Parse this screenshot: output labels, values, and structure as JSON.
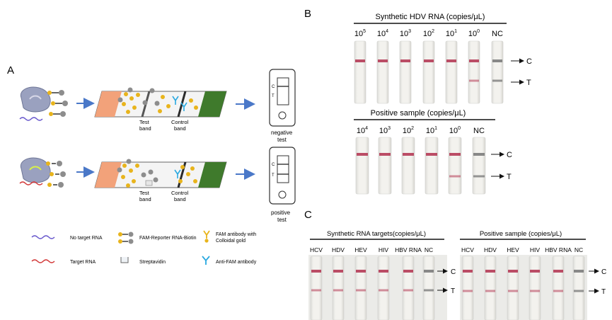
{
  "panels": {
    "a": "A",
    "b": "B",
    "c": "C"
  },
  "panel_a": {
    "band_test": [
      "Test",
      "band"
    ],
    "band_control": [
      "Control",
      "band"
    ],
    "result_negative": [
      "negative",
      "test"
    ],
    "result_positive": [
      "positive",
      "test"
    ],
    "cassette_c": "C",
    "cassette_t": "T"
  },
  "legend": {
    "no_target": "No target RNA",
    "reporter": "FAM-Reporter RNA-Biotin",
    "fam_gold": [
      "FAM antibody with",
      "Colloidal gold"
    ],
    "target": "Target RNA",
    "streptavidin": "Streptavidin",
    "anti_fam": "Anti-FAM antibody"
  },
  "panel_b": {
    "top_title": "Synthetic HDV RNA (copies/μL)",
    "top_lanes": [
      {
        "base": "10",
        "exp": "5"
      },
      {
        "base": "10",
        "exp": "4"
      },
      {
        "base": "10",
        "exp": "3"
      },
      {
        "base": "10",
        "exp": "2"
      },
      {
        "base": "10",
        "exp": "1"
      },
      {
        "base": "10",
        "exp": "0"
      },
      {
        "base": "NC",
        "exp": ""
      }
    ],
    "bottom_title": "Positive sample (copies/μL)",
    "bottom_lanes": [
      {
        "base": "10",
        "exp": "4"
      },
      {
        "base": "10",
        "exp": "3"
      },
      {
        "base": "10",
        "exp": "2"
      },
      {
        "base": "10",
        "exp": "1"
      },
      {
        "base": "10",
        "exp": "0"
      },
      {
        "base": "NC",
        "exp": ""
      }
    ],
    "c_label": "C",
    "t_label": "T"
  },
  "panel_c": {
    "left_title": "Synthetic RNA targets(copies/μL)",
    "right_title": "Positive sample (copies/μL)",
    "lanes": [
      "HCV",
      "HDV",
      "HEV",
      "HIV",
      "HBV RNA",
      "NC"
    ],
    "c_label": "C",
    "t_label": "T"
  },
  "colors": {
    "arrow_blue": "#4a78c8",
    "pad_orange": "#f2a27a",
    "pad_green": "#3f7a2c",
    "band_red": "#b53b56",
    "gold": "#e8b41c",
    "grey": "#7c7c7c"
  }
}
